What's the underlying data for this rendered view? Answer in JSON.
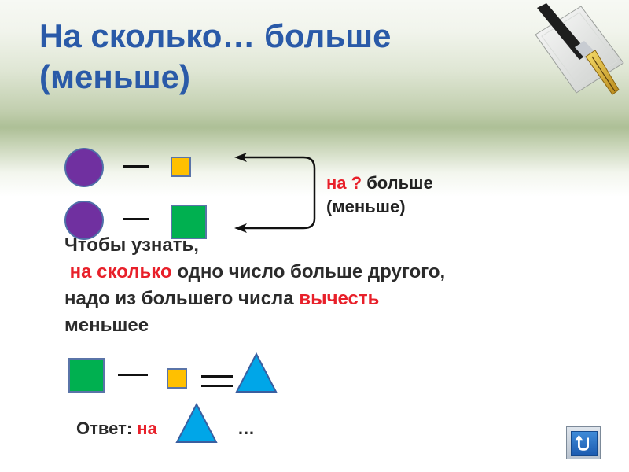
{
  "title": {
    "line1": "На сколько… больше",
    "line2": "(меньше)"
  },
  "comparison": {
    "label_prefix": "на ? ",
    "label_more": "больше",
    "label_less": "(меньше)"
  },
  "rule": {
    "line1": "Чтобы узнать,",
    "line2_red": "на сколько",
    "line2_rest": " одно число больше другого,",
    "line3_start": "надо из большего числа ",
    "line3_red": "вычесть",
    "line4": "меньшее"
  },
  "answer": {
    "label": "Ответ: ",
    "prefix_red": "на",
    "ellipsis": "…"
  },
  "colors": {
    "title": "#2a5aa8",
    "circle": "#7030a0",
    "small_square": "#ffc000",
    "big_square": "#00b050",
    "triangle": "#00a6e8",
    "highlight": "#e8202a"
  },
  "icons": {
    "pen": "fountain-pen-icon",
    "back": "return-arrow-icon"
  }
}
